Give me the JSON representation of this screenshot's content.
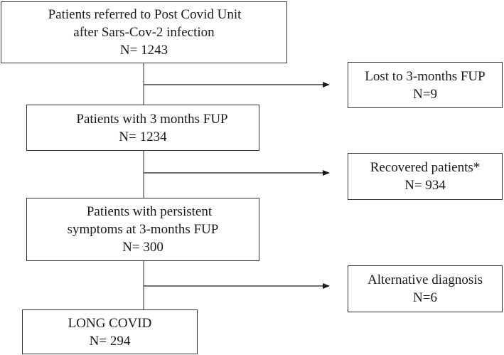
{
  "flowchart": {
    "main_boxes": [
      {
        "line1": "Patients referred to Post Covid Unit",
        "line2": "after Sars-Cov-2 infection",
        "line3": "N= 1243"
      },
      {
        "line1": "Patients with 3 months FUP",
        "line2": "N= 1234"
      },
      {
        "line1": "Patients with persistent",
        "line2": "symptoms at 3-months FUP",
        "line3": "N= 300"
      },
      {
        "line1": "LONG COVID",
        "line2": "N= 294"
      }
    ],
    "side_boxes": [
      {
        "line1": "Lost to 3-months FUP",
        "line2": "N=9"
      },
      {
        "line1": "Recovered patients*",
        "line2": "N= 934"
      },
      {
        "line1": "Alternative diagnosis",
        "line2": "N=6"
      }
    ],
    "colors": {
      "box_border": "#333333",
      "connector": "#4d4d4d",
      "text": "#1a1a1a"
    }
  }
}
